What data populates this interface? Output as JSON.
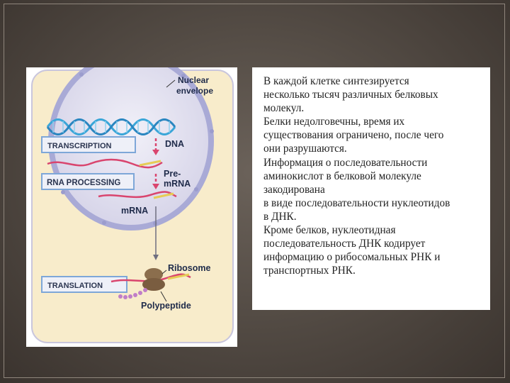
{
  "figure": {
    "nuclear_envelope": [
      "Nuclear",
      "envelope"
    ],
    "dna": "DNA",
    "pre_mrna": [
      "Pre-",
      "mRNA"
    ],
    "mrna": "mRNA",
    "ribosome": "Ribosome",
    "polypeptide": "Polypeptide",
    "transcription": "TRANSCRIPTION",
    "rna_processing": "RNA PROCESSING",
    "translation": "TRANSLATION"
  },
  "text_lines": [
    "В каждой клетке синтезируется",
    "несколько тысяч различных белковых",
    "молекул.",
    "Белки недолговечны, время их",
    "существования ограничено, после чего",
    "они разрушаются.",
    "Информация о последовательности",
    "аминокислот в белковой молекуле",
    "закодирована",
    "в виде последовательности нуклеотидов",
    "в ДНК.",
    "Кроме белков, нуклеотидная",
    "последовательность ДНК кодирует",
    "информацию о рибосомальных РНК и",
    "транспортных РНК."
  ],
  "colors": {
    "background": "#554d46",
    "cell": "#f8eccb",
    "nucleus": "#d9d7ea",
    "envelope": "#a9aad6",
    "dna": "#47b2df",
    "arrow": "#d9456e",
    "label": "#1f2b4a"
  }
}
